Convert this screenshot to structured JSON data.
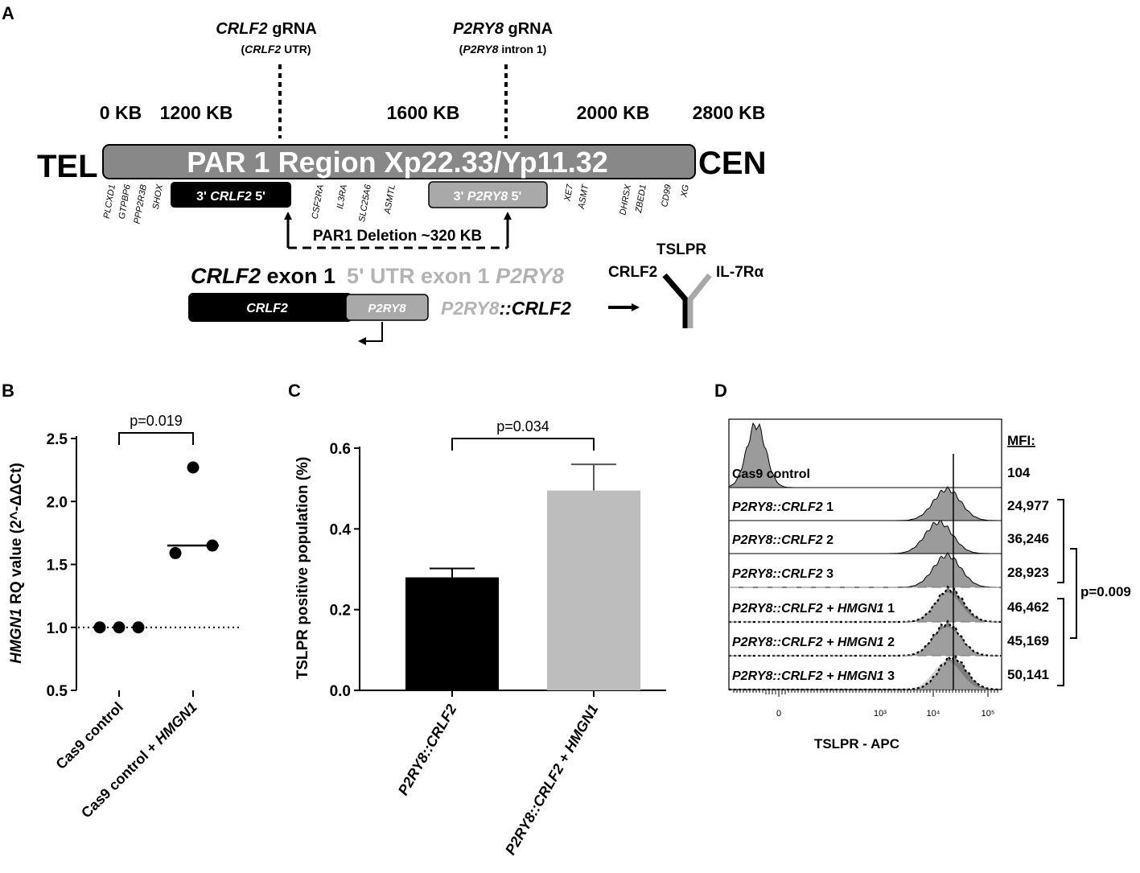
{
  "panels": {
    "a": "A",
    "b": "B",
    "c": "C",
    "d": "D"
  },
  "a": {
    "g1": {
      "gene": "CRLF2",
      "word": " gRNA",
      "sub_open": "(",
      "sub_gene": "CRLF2",
      "sub_rest": " UTR)"
    },
    "g2": {
      "gene": "P2RY8",
      "word": " gRNA",
      "sub_open": "(",
      "sub_gene": "P2RY8",
      "sub_rest": " intron 1)"
    },
    "ticks": [
      "0 KB",
      "1200 KB",
      "1600 KB",
      "2000 KB",
      "2800 KB"
    ],
    "tel": "TEL",
    "cen": "CEN",
    "region": "PAR 1 Region Xp22.33/Yp11.32",
    "crlf2_box": [
      "3' ",
      "CRLF2",
      " 5'"
    ],
    "p2ry8_box": [
      "3' ",
      "P2RY8",
      " 5'"
    ],
    "genes_left": [
      "PLCXD1",
      "GTPBP6",
      "PPP2R3B",
      "SHOX"
    ],
    "genes_mid": [
      "CSF2RA",
      "IL3RA",
      "SLC25A6",
      "ASMTL"
    ],
    "genes_right": [
      "XE7",
      "ASMT",
      "DHRSX",
      "ZBED1",
      "CD99",
      "XG"
    ],
    "deletion": "PAR1 Deletion ~320 KB",
    "exon_line": [
      "CRLF2",
      " exon 1",
      "5' UTR exon 1 ",
      "P2RY8"
    ],
    "fusion_crlf2": "CRLF2",
    "fusion_p2ry8": "P2RY8",
    "fusion_name": [
      "P2RY8",
      "::CRLF2"
    ],
    "receptor": {
      "tslpr": "TSLPR",
      "crlf2": "CRLF2",
      "il7": "IL-7Rα"
    }
  },
  "chart_data": [
    {
      "type": "scatter",
      "ylabel_gene": "HMGN1",
      "ylabel_rest": " RQ value (2^-ΔΔCt)",
      "ylim": [
        0.5,
        2.5
      ],
      "yticks": [
        "0.5",
        "1.0",
        "1.5",
        "2.0",
        "2.5"
      ],
      "categories": [
        "Cas9 control",
        "Cas9 control + HMGN1"
      ],
      "cat_label_2": [
        "Cas9 control + ",
        "HMGN1"
      ],
      "points": [
        [
          0,
          1.0
        ],
        [
          0,
          1.0
        ],
        [
          0,
          1.0
        ],
        [
          1,
          2.27
        ],
        [
          1,
          1.59
        ],
        [
          1,
          1.65
        ]
      ],
      "mean_line": {
        "category": 1,
        "value": 1.65
      },
      "reference_line": 1.0,
      "pvalue": "p=0.019"
    },
    {
      "type": "bar",
      "ylabel": "TSLPR positive population (%)",
      "ylim": [
        0,
        0.6
      ],
      "yticks": [
        "0.0",
        "0.2",
        "0.4",
        "0.6"
      ],
      "categories": [
        "P2RY8::CRLF2",
        "P2RY8::CRLF2 + HMGN1"
      ],
      "cat_label_2": [
        "P2RY8::CRLF2 + ",
        "HMGN1"
      ],
      "values": [
        0.28,
        0.495
      ],
      "errors": [
        0.022,
        0.065
      ],
      "colors": [
        "#000000",
        "#bdbdbd"
      ],
      "pvalue": "p=0.034"
    },
    {
      "type": "histogram",
      "xlabel": "TSLPR - APC",
      "xticks": [
        "0",
        "10³",
        "10⁴",
        "10⁵"
      ],
      "mfi_header": "MFI:",
      "rows": [
        {
          "label": [
            "Cas9 control"
          ],
          "mfi": "104",
          "peak": 0.1
        },
        {
          "label": [
            "P2RY8::CRLF2 1"
          ],
          "mfi": "24,977",
          "peak": 0.8
        },
        {
          "label": [
            "P2RY8::CRLF2 2"
          ],
          "mfi": "36,246",
          "peak": 0.77
        },
        {
          "label": [
            "P2RY8::CRLF2 3"
          ],
          "mfi": "28,923",
          "peak": 0.8
        },
        {
          "label": [
            "P2RY8::CRLF2 + ",
            "HMGN1",
            " 1"
          ],
          "mfi": "46,462",
          "peak": 0.81
        },
        {
          "label": [
            "P2RY8::CRLF2 + ",
            "HMGN1",
            " 2"
          ],
          "mfi": "45,169",
          "peak": 0.8
        },
        {
          "label": [
            "P2RY8::CRLF2 + ",
            "HMGN1",
            " 3"
          ],
          "mfi": "50,141",
          "peak": 0.82
        }
      ],
      "pvalue": "p=0.009"
    }
  ]
}
